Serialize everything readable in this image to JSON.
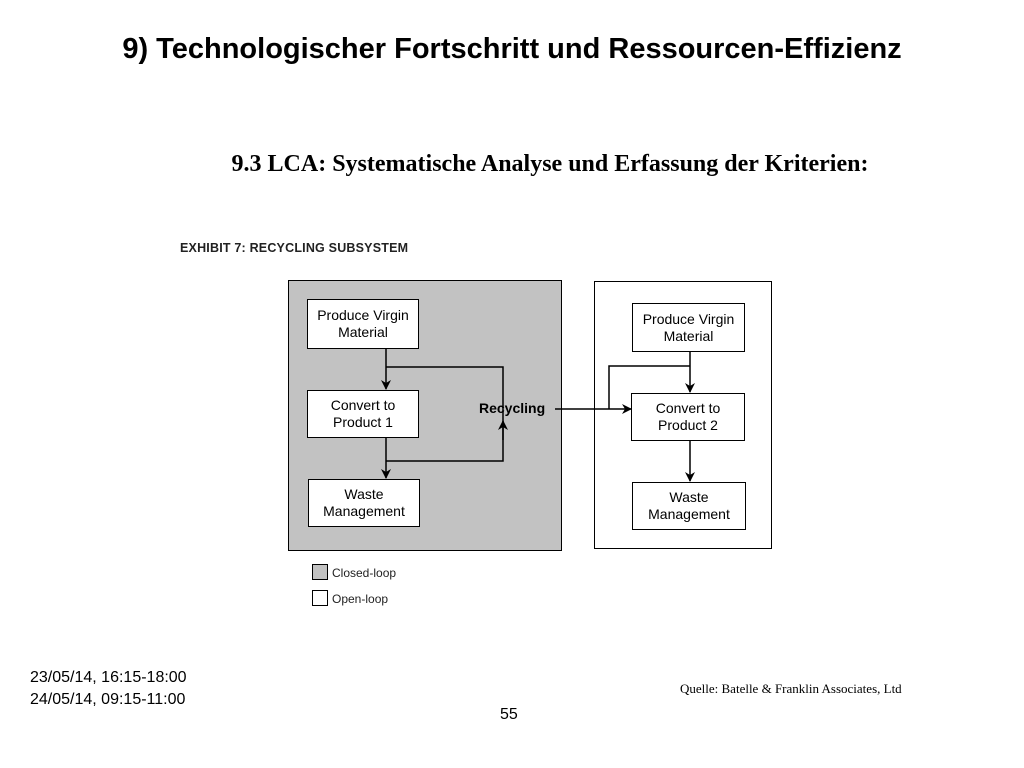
{
  "slide": {
    "title": "9) Technologischer Fortschritt und Ressourcen-Effizienz",
    "subtitle": "9.3 LCA: Systematische Analyse und Erfassung der Kriterien:"
  },
  "diagram": {
    "exhibit_title": "EXHIBIT 7:  RECYCLING SUBSYSTEM",
    "closed_loop": {
      "produce": "Produce Virgin\nMaterial",
      "convert": "Convert to\nProduct 1",
      "waste": "Waste\nManagement"
    },
    "open_loop": {
      "produce": "Produce Virgin\nMaterial",
      "convert": "Convert to\nProduct 2",
      "waste": "Waste\nManagement"
    },
    "recycling_label": "Recycling",
    "legend": {
      "closed": "Closed-loop",
      "open": "Open-loop"
    },
    "colors": {
      "closed_loop_fill": "#c2c2c2",
      "open_loop_fill": "#ffffff"
    }
  },
  "footer": {
    "date_1": "23/05/14, 16:15-18:00",
    "date_2": "24/05/14, 09:15-11:00",
    "source": "Quelle: Batelle & Franklin Associates, Ltd",
    "page_number": "55"
  }
}
